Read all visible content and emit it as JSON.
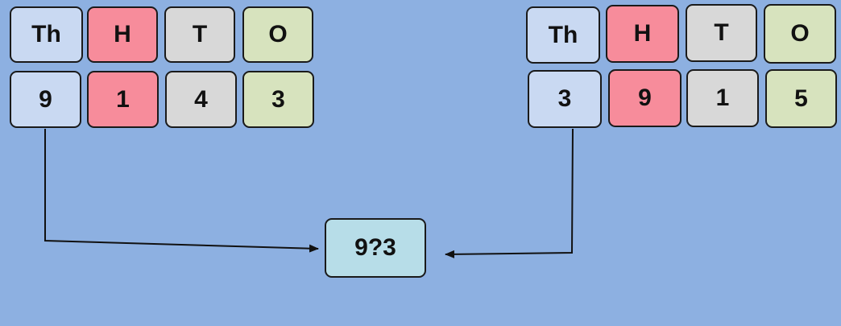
{
  "left_table": {
    "headers": [
      "Th",
      "H",
      "T",
      "O"
    ],
    "digits": [
      "9",
      "1",
      "4",
      "3"
    ]
  },
  "right_table": {
    "headers": [
      "Th",
      "H",
      "T",
      "O"
    ],
    "digits": [
      "3",
      "9",
      "1",
      "5"
    ]
  },
  "result_box": {
    "label": "9?3"
  },
  "colors": {
    "background": "#8db0e1",
    "thousands": "#c9d9f2",
    "hundreds": "#f78c9b",
    "tens": "#d8d8d8",
    "ones": "#d7e3be",
    "result": "#b7dde8"
  }
}
